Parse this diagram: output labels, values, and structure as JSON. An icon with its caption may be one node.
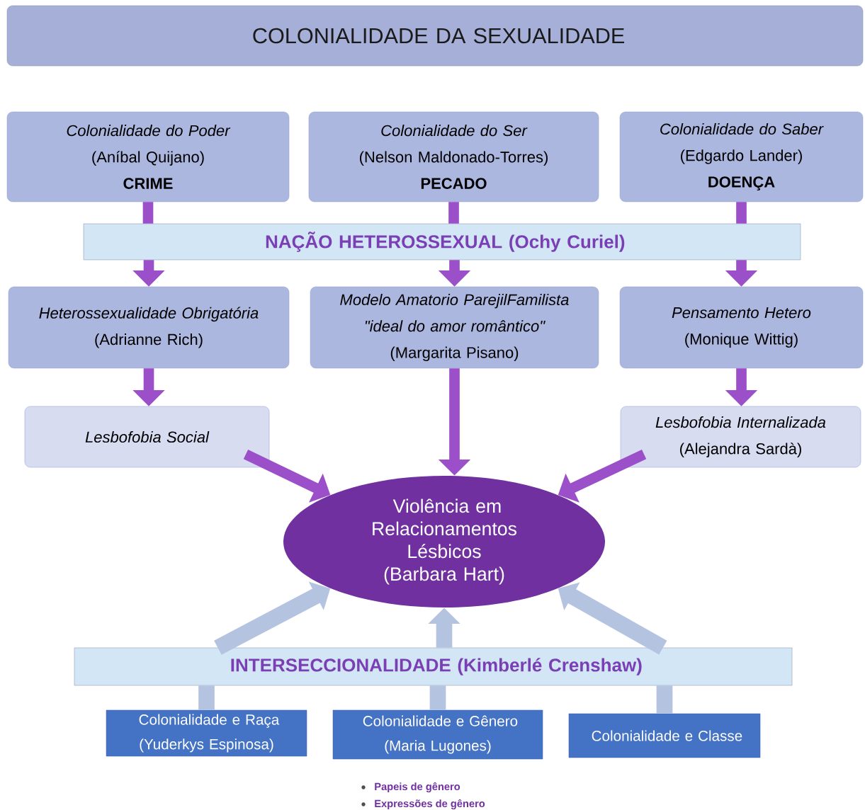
{
  "diagram": {
    "nodes": [
      {
        "text": [
          "COLONIALIDADE DA SEXUALIDADE"
        ]
      },
      {
        "text": [
          "Colonialidade do Poder",
          "(Aníbal Quijano)",
          "CRIME"
        ]
      },
      {
        "text": [
          "Colonialidade do Ser",
          "(Nelson Maldonado-Torres)",
          "PECADO"
        ]
      },
      {
        "text": [
          "Colonialidade do Saber",
          "(Edgardo Lander)",
          "DOENÇA"
        ]
      },
      {
        "text": [
          "NAÇÃO HETEROSSEXUAL (Ochy Curiel)"
        ]
      },
      {
        "text": [
          "Heterossexualidade Obrigatória",
          "(Adrianne Rich)"
        ]
      },
      {
        "text": [
          "Modelo Amatorio ParejilFamilista",
          "\"ideal do amor romântico\"",
          "(Margarita Pisano)"
        ]
      },
      {
        "text": [
          "Pensamento Hetero",
          "(Monique Wittig)"
        ]
      },
      {
        "text": [
          "Lesbofobia Social"
        ]
      },
      {
        "text": [
          "Lesbofobia Internalizada",
          "(Alejandra Sardà)"
        ]
      },
      {
        "text": [
          "Violência em Relacionamentos Lésbicos",
          "(Barbara Hart)"
        ]
      },
      {
        "text": [
          "INTERSECCIONALIDADE (Kimberlé Crenshaw)"
        ]
      },
      {
        "text": [
          "Colonialidade e Raça (Yuderkys Espinosa)"
        ]
      },
      {
        "text": [
          "Colonialidade e Gênero (Maria Lugones)"
        ]
      },
      {
        "text": [
          "Colonialidade e Classe"
        ]
      }
    ],
    "edges": [
      {
        "from": 1,
        "to": 4,
        "arrow": "none"
      },
      {
        "from": 2,
        "to": 4,
        "arrow": "none"
      },
      {
        "from": 3,
        "to": 4,
        "arrow": "none"
      },
      {
        "from": 4,
        "to": 5,
        "arrow": "to"
      },
      {
        "from": 4,
        "to": 6,
        "arrow": "to"
      },
      {
        "from": 4,
        "to": 7,
        "arrow": "to"
      },
      {
        "from": 5,
        "to": 8,
        "arrow": "to"
      },
      {
        "from": 6,
        "to": 10,
        "arrow": "to"
      },
      {
        "from": 7,
        "to": 9,
        "arrow": "to"
      },
      {
        "from": 8,
        "to": 10,
        "arrow": "to"
      },
      {
        "from": 9,
        "to": 10,
        "arrow": "to"
      },
      {
        "from": 12,
        "to": 11,
        "arrow": "none",
        "color": "#b4c3e0"
      },
      {
        "from": 13,
        "to": 11,
        "arrow": "none",
        "color": "#b4c3e0"
      },
      {
        "from": 14,
        "to": 11,
        "arrow": "none",
        "color": "#b4c3e0"
      },
      {
        "from": 11,
        "to": 10,
        "arrow": "to",
        "color": "#b4c3e0"
      },
      {
        "from": 11,
        "to": 10,
        "arrow": "to",
        "color": "#b4c3e0"
      },
      {
        "from": 11,
        "to": 10,
        "arrow": "to",
        "color": "#b4c3e0"
      }
    ],
    "labels": [
      "Papeis de gênero",
      "Expressões de gênero"
    ]
  }
}
